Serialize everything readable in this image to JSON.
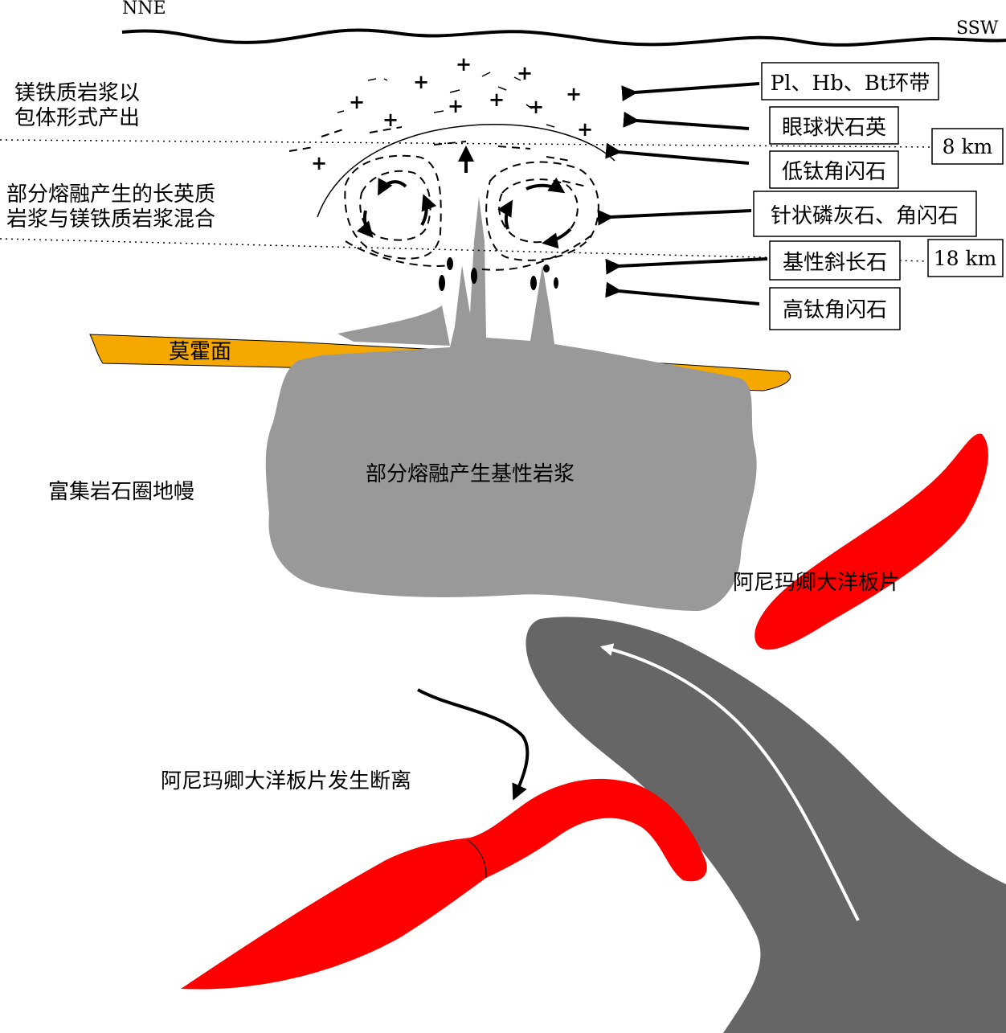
{
  "directions": {
    "left": "NNE",
    "right": "SSW"
  },
  "left_labels": {
    "mafic_enclave": [
      "镁铁质岩浆以",
      "包体形式产出"
    ],
    "mixing": [
      "部分熔融产生的长英质",
      "岩浆与镁铁质岩浆混合"
    ],
    "mantle": "富集岩石圈地幔"
  },
  "mineral_boxes": [
    "Pl、Hb、Bt环带",
    "眼球状石英",
    "低钛角闪石",
    "针状磷灰石、角闪石",
    "基性斜长石",
    "高钛角闪石"
  ],
  "depths": [
    "8 km",
    "18 km"
  ],
  "moho": "莫霍面",
  "basic_magma": "部分熔融产生基性岩浆",
  "slab_label": "阿尼玛卿大洋板片",
  "breakoff_label": "阿尼玛卿大洋板片发生断离",
  "colors": {
    "moho": "#F5A800",
    "magma": "#999999",
    "slab": "#FF0000",
    "lithosphere": "#666666"
  },
  "icons": [
    "plus-sign-marks",
    "convection-arrows",
    "pointer-arrows",
    "white-upwelling-arrow"
  ]
}
